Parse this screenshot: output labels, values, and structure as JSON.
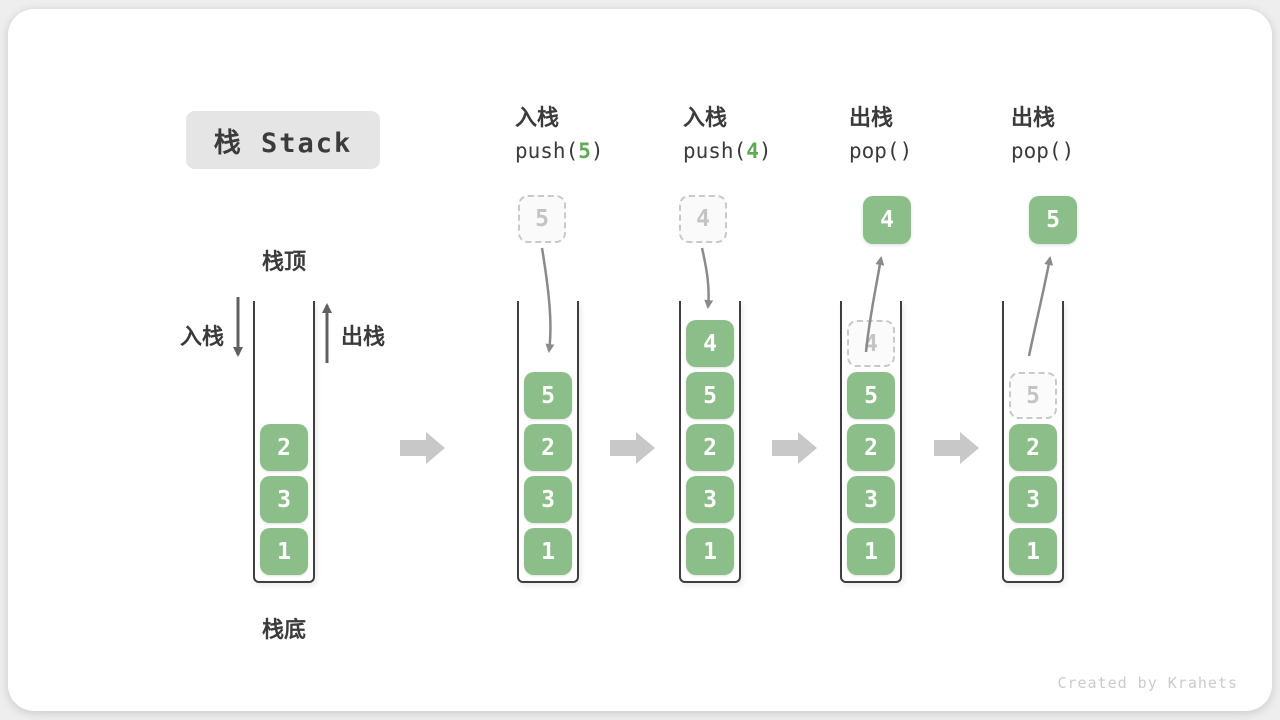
{
  "card": {
    "title": "栈 Stack",
    "watermark": "Created by Krahets"
  },
  "legend": {
    "stack_top": "栈顶",
    "stack_bottom": "栈底",
    "push_label": "入栈",
    "pop_label": "出栈"
  },
  "operations": [
    {
      "name": "入栈",
      "code_prefix": "push(",
      "code_arg": "5",
      "code_suffix": ")"
    },
    {
      "name": "入栈",
      "code_prefix": "push(",
      "code_arg": "4",
      "code_suffix": ")"
    },
    {
      "name": "出栈",
      "code_prefix": "pop(",
      "code_arg": "",
      "code_suffix": ")"
    },
    {
      "name": "出栈",
      "code_prefix": "pop(",
      "code_arg": "",
      "code_suffix": ")"
    }
  ],
  "floating_boxes": [
    {
      "value": "5",
      "style": "dashed"
    },
    {
      "value": "4",
      "style": "dashed"
    },
    {
      "value": "4",
      "style": "solid"
    },
    {
      "value": "5",
      "style": "solid"
    }
  ],
  "stacks": [
    {
      "cells": [
        {
          "value": "2",
          "style": "solid"
        },
        {
          "value": "3",
          "style": "solid"
        },
        {
          "value": "1",
          "style": "solid"
        }
      ]
    },
    {
      "cells": [
        {
          "value": "5",
          "style": "solid"
        },
        {
          "value": "2",
          "style": "solid"
        },
        {
          "value": "3",
          "style": "solid"
        },
        {
          "value": "1",
          "style": "solid"
        }
      ]
    },
    {
      "cells": [
        {
          "value": "4",
          "style": "solid"
        },
        {
          "value": "5",
          "style": "solid"
        },
        {
          "value": "2",
          "style": "solid"
        },
        {
          "value": "3",
          "style": "solid"
        },
        {
          "value": "1",
          "style": "solid"
        }
      ]
    },
    {
      "cells": [
        {
          "value": "4",
          "style": "dashed"
        },
        {
          "value": "5",
          "style": "solid"
        },
        {
          "value": "2",
          "style": "solid"
        },
        {
          "value": "3",
          "style": "solid"
        },
        {
          "value": "1",
          "style": "solid"
        }
      ]
    },
    {
      "cells": [
        {
          "value": "5",
          "style": "dashed"
        },
        {
          "value": "2",
          "style": "solid"
        },
        {
          "value": "3",
          "style": "solid"
        },
        {
          "value": "1",
          "style": "solid"
        }
      ]
    }
  ],
  "colors": {
    "cell_green": "#8cbe8a",
    "code_arg_green": "#5fa854",
    "dark_text": "#3b3b3b",
    "dashed_border": "#c9c9c9",
    "curved_arrow": "#8a8a8a",
    "side_arrow": "#606060",
    "block_arrow": "#c8c8c8",
    "badge_bg": "#e5e5e5",
    "watermark": "#cbcbcb"
  }
}
